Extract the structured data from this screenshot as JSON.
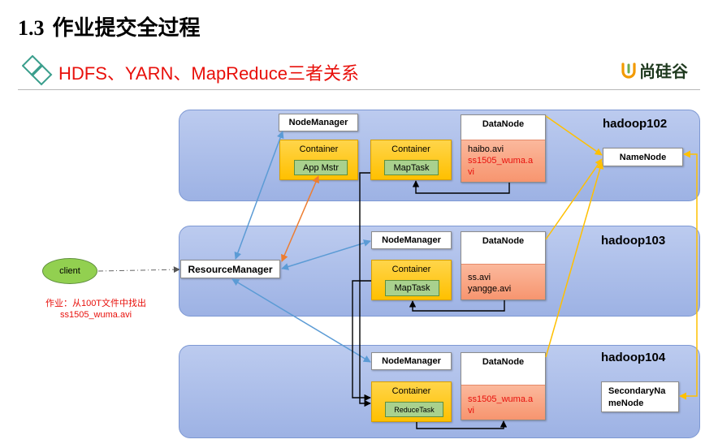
{
  "heading": {
    "number": "1.3",
    "title": "作业提交全过程"
  },
  "subtitle": {
    "icon": "diamond-icon",
    "text": "HDFS、YARN、MapReduce三者关系"
  },
  "logo": {
    "icon": "logo-icon",
    "text": "尚硅谷"
  },
  "colors": {
    "accent_red": "#e8100b",
    "panel_blue": "#9db2e4",
    "container_yellow": "#ffc000",
    "task_green": "#a9d18e",
    "file_salmon": "#f7956f",
    "client_green": "#92d050",
    "arrow_blue": "#5b9bd5",
    "arrow_orange": "#ed7d31",
    "arrow_gold": "#ffc000"
  },
  "client": {
    "label": "client",
    "note": [
      "作业：从100T文件中找出",
      "ss1505_wuma.avi"
    ]
  },
  "resource_manager": "ResourceManager",
  "namenode": "NameNode",
  "secondary_namenode": [
    "SecondaryNa",
    "meNode"
  ],
  "hosts": [
    {
      "label": "hadoop102",
      "node_manager": "NodeManager",
      "containers": [
        {
          "label": "Container",
          "task": "App Mstr"
        },
        {
          "label": "Container",
          "task": "MapTask"
        }
      ],
      "datanode": {
        "label": "DataNode",
        "files": [
          "haibo.avi"
        ],
        "target_file_lines": [
          "ss1505_wuma.a",
          "vi"
        ]
      }
    },
    {
      "label": "hadoop103",
      "node_manager": "NodeManager",
      "containers": [
        {
          "label": "Container",
          "task": "MapTask"
        }
      ],
      "datanode": {
        "label": "DataNode",
        "files": [
          "ss.avi",
          "yangge.avi"
        ]
      }
    },
    {
      "label": "hadoop104",
      "node_manager": "NodeManager",
      "containers": [
        {
          "label": "Container",
          "task": "ReduceTask"
        }
      ],
      "datanode": {
        "label": "DataNode",
        "target_file_lines": [
          "ss1505_wuma.a",
          "vi"
        ]
      }
    }
  ]
}
